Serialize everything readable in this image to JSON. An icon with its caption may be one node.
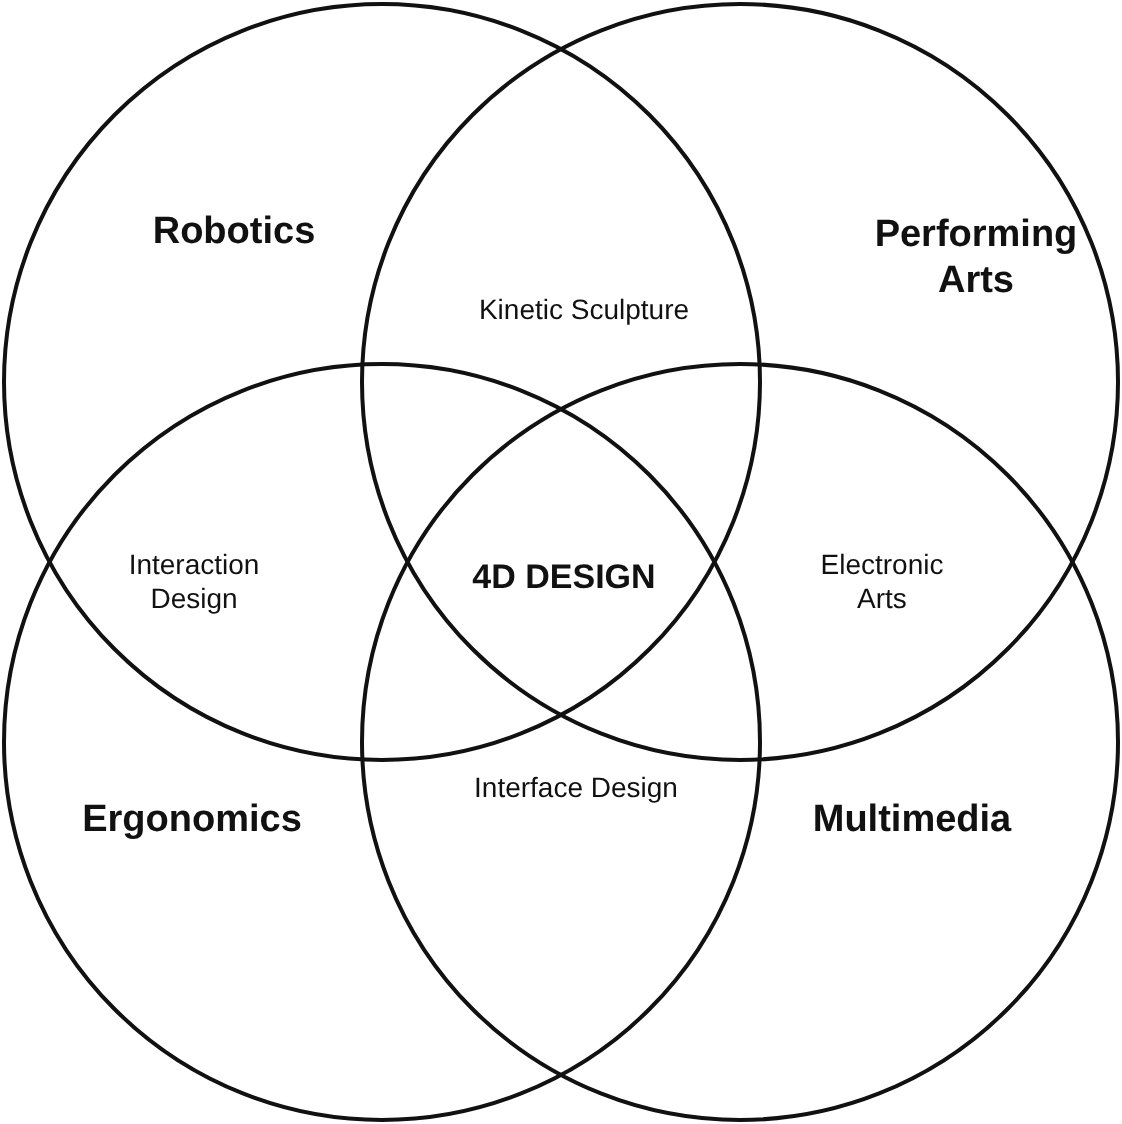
{
  "diagram": {
    "nodes": [
      {
        "text": [
          "Robotics"
        ]
      },
      {
        "text": [
          "Performing Arts"
        ]
      },
      {
        "text": [
          "Ergonomics"
        ]
      },
      {
        "text": [
          "Multimedia"
        ]
      }
    ],
    "labels": [
      "Kinetic Sculpture",
      "Interaction Design",
      "4D DESIGN",
      "Electronic Arts",
      "Interface Design"
    ]
  }
}
